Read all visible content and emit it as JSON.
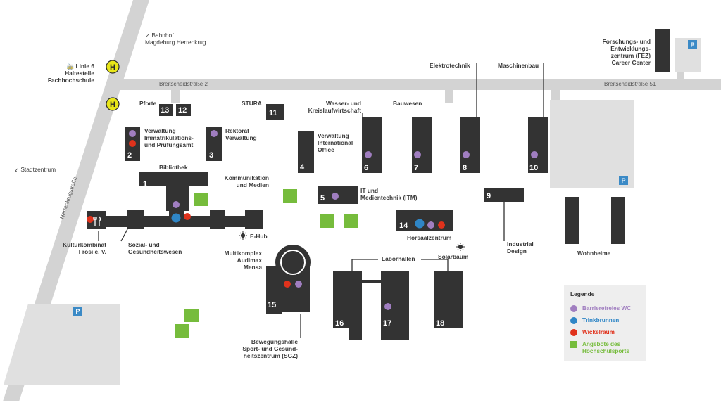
{
  "streets": {
    "breitscheid_2": "Breitscheidstraße 2",
    "breitscheid_51": "Breitscheidstraße 51",
    "herrenkrug": "Herrenkrugstraße"
  },
  "directions": {
    "bahnhof": [
      "↗ Bahnhof",
      "Magdeburg Herrenkrug"
    ],
    "stadtzentrum": "↙ Stadtzentrum"
  },
  "transit": {
    "stop_symbol": "H",
    "tram_lines": [
      "🚋 Linie 6",
      "Haltestelle",
      "Fachhochschule"
    ]
  },
  "parking_symbol": "P",
  "buildings": {
    "b1": {
      "num": "1",
      "label": [
        "Bibliothek"
      ]
    },
    "b2": {
      "num": "2",
      "label": [
        "Verwaltung",
        "Immatrikulations-",
        "und Prüfungsamt"
      ]
    },
    "b3": {
      "num": "3",
      "label": [
        "Rektorat",
        "Verwaltung"
      ]
    },
    "b4": {
      "num": "4",
      "label": [
        "Verwaltung",
        "International",
        "Office"
      ]
    },
    "b5": {
      "num": "5",
      "label": [
        "IT und",
        "Medientechnik (ITM)"
      ]
    },
    "b6": {
      "num": "6",
      "label": [
        "Wasser- und",
        "Kreislaufwirtschaft"
      ]
    },
    "b7": {
      "num": "7",
      "label": [
        "Bauwesen"
      ]
    },
    "b8": {
      "num": "8",
      "label": [
        "Elektrotechnik"
      ]
    },
    "b9": {
      "num": "9",
      "label": [
        "Industrial",
        "Design"
      ]
    },
    "b10": {
      "num": "10",
      "label": [
        "Maschinenbau"
      ]
    },
    "b11": {
      "num": "11",
      "label": [
        "STURA"
      ]
    },
    "b12": {
      "num": "12"
    },
    "b13": {
      "num": "13"
    },
    "pforte": "Pforte",
    "b14": {
      "num": "14",
      "label": [
        "Hörsaalzentrum"
      ]
    },
    "b15": {
      "num": "15",
      "label": [
        "Multikomplex",
        "Audimax",
        "Mensa"
      ]
    },
    "b16": {
      "num": "16"
    },
    "b17": {
      "num": "17"
    },
    "b18": {
      "num": "18"
    },
    "laborhallen": "Laborhallen"
  },
  "places": {
    "kommunikation": [
      "Kommunikation",
      "und Medien"
    ],
    "kulturkombinat": [
      "Kulturkombinat",
      "Frösi e. V."
    ],
    "sozial": [
      "Sozial- und",
      "Gesundheitswesen"
    ],
    "ehub": "E-Hub",
    "solarbaum": "Solarbaum",
    "wohnheime": "Wohnheime",
    "bewegungshalle": [
      "Bewegungshalle",
      "Sport- und Gesund-",
      "heitszentrum (SGZ)"
    ],
    "fez": [
      "Forschungs- und",
      "Entwicklungs-",
      "zentrum (FEZ)",
      "Career Center"
    ]
  },
  "legend": {
    "title": "Legende",
    "items": [
      {
        "label": "Barrierefreies WC",
        "color": "#a07ec0",
        "shape": "circle"
      },
      {
        "label": "Trinkbrunnen",
        "color": "#2f86c6",
        "shape": "circle"
      },
      {
        "label": "Wickelraum",
        "color": "#e0321c",
        "shape": "circle"
      },
      {
        "label": "Angebote des Hochschulsports",
        "lines": [
          "Angebote des",
          "Hochschulsports"
        ],
        "color": "#76bc3c",
        "shape": "square"
      }
    ]
  },
  "colors": {
    "building": "#333333",
    "road": "#d3d3d3",
    "parking_area": "#e0e0e0",
    "parking_sign": "#3b8ac6",
    "stop_sign": "#e8e619",
    "wc": "#a07ec0",
    "fountain": "#2f86c6",
    "changing": "#e0321c",
    "sport": "#76bc3c"
  }
}
